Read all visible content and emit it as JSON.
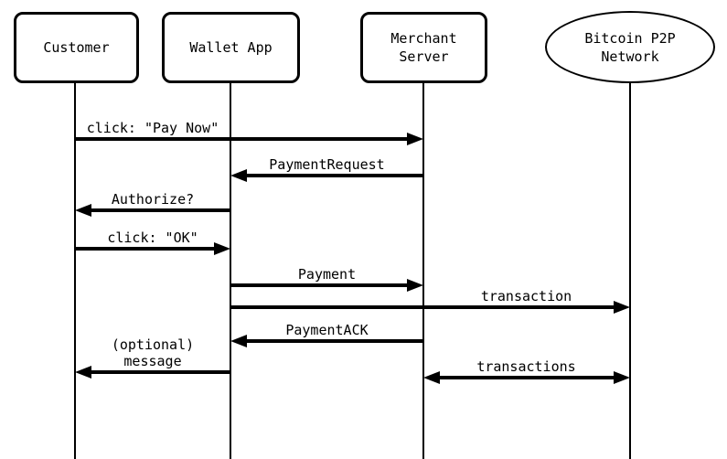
{
  "diagram_type": "sequence-diagram",
  "colors": {
    "line": "#000000",
    "background": "#ffffff",
    "text": "#000000"
  },
  "actors": [
    {
      "label": "Customer",
      "shape": "rounded-box"
    },
    {
      "label": "Wallet App",
      "shape": "rounded-box"
    },
    {
      "label": "Merchant Server",
      "shape": "rounded-box"
    },
    {
      "label": "Bitcoin P2P\nNetwork",
      "shape": "ellipse"
    }
  ],
  "messages": [
    {
      "label": "click: \"Pay Now\"",
      "from": "Customer",
      "to": "Merchant Server",
      "direction": "right"
    },
    {
      "label": "PaymentRequest",
      "from": "Merchant Server",
      "to": "Wallet App",
      "direction": "left"
    },
    {
      "label": "Authorize?",
      "from": "Wallet App",
      "to": "Customer",
      "direction": "left"
    },
    {
      "label": "click: \"OK\"",
      "from": "Customer",
      "to": "Wallet App",
      "direction": "right"
    },
    {
      "label": "Payment",
      "from": "Wallet App",
      "to": "Merchant Server",
      "direction": "right"
    },
    {
      "label": "transaction",
      "from": "Wallet App",
      "to": "Bitcoin P2P Network",
      "direction": "right"
    },
    {
      "label": "PaymentACK",
      "from": "Merchant Server",
      "to": "Wallet App",
      "direction": "left"
    },
    {
      "label": "(optional)\nmessage",
      "from": "Wallet App",
      "to": "Customer",
      "direction": "left"
    },
    {
      "label": "transactions",
      "from": "Merchant Server",
      "to": "Bitcoin P2P Network",
      "direction": "both"
    }
  ]
}
